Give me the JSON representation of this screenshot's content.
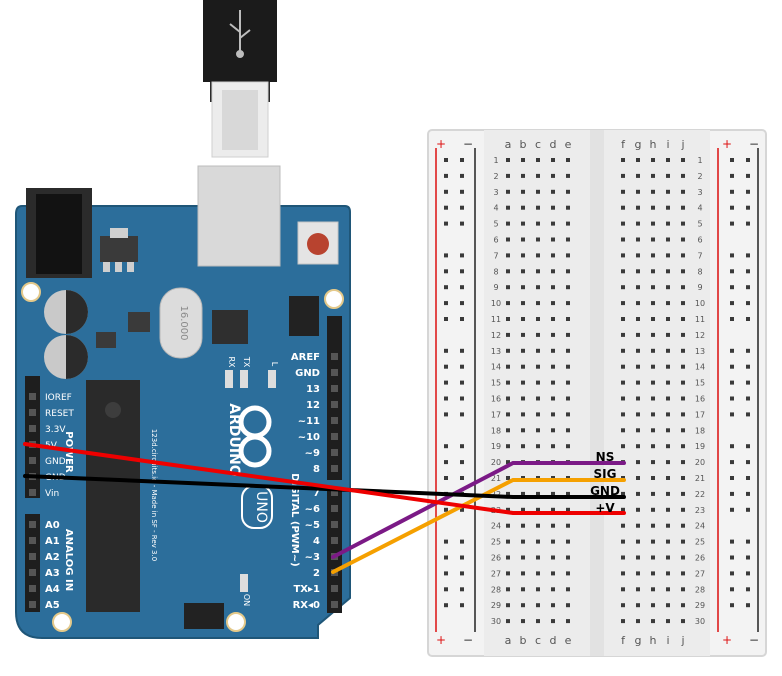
{
  "board": {
    "brand": "ARDUINO",
    "model": "UNO",
    "crystal": "16.000",
    "side_text": "123d.circuits.io - Made in SF - Rev 3.0",
    "power_title": "POWER",
    "analog_title": "ANALOG IN",
    "digital_title": "DIGITAL (PWM~)",
    "power_pins": [
      "IOREF",
      "RESET",
      "3.3V",
      "5V",
      "GND",
      "GND",
      "Vin"
    ],
    "analog_pins": [
      "A0",
      "A1",
      "A2",
      "A3",
      "A4",
      "A5"
    ],
    "top_pins": [
      "AREF",
      "GND",
      "13",
      "12",
      "~11",
      "~10",
      "~9",
      "8"
    ],
    "bottom_pins": [
      "7",
      "~6",
      "~5",
      "4",
      "~3",
      "2",
      "TX▸1",
      "RX◂0"
    ],
    "led_labels": [
      "RX",
      "TX",
      "L",
      "ON"
    ]
  },
  "breadboard": {
    "col_letters_left": [
      "a",
      "b",
      "c",
      "d",
      "e"
    ],
    "col_letters_right": [
      "f",
      "g",
      "h",
      "i",
      "j"
    ],
    "rows": 30,
    "rail_plus": "+",
    "rail_minus": "−"
  },
  "sensor": {
    "pin_labels": [
      "NS",
      "SIG",
      "GND",
      "+V"
    ]
  },
  "wires": {
    "colors": {
      "purple": "#7b1a86",
      "orange": "#f5a000",
      "black": "#000000",
      "red": "#ee0000"
    }
  }
}
